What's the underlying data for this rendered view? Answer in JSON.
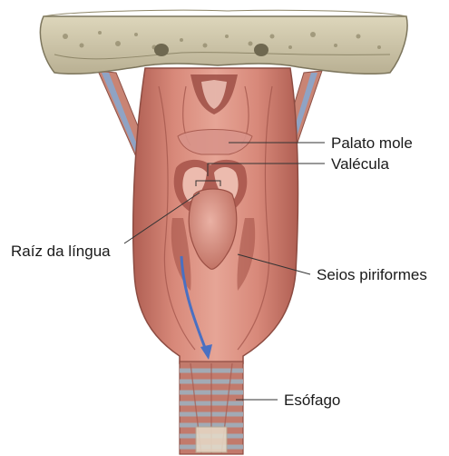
{
  "labels": {
    "soft_palate": "Palato mole",
    "vallecula": "Valécula",
    "tongue_root": "Raíz da língua",
    "piriform_sinuses": "Seios piriformes",
    "esophagus": "Esófago"
  },
  "colors": {
    "bone": "#cfc6a8",
    "bone_dark": "#8f8769",
    "pharynx": "#c9786a",
    "pharynx_light": "#e0a396",
    "pharynx_dark": "#a85a4f",
    "esophagus_ring": "#b5c2cc",
    "arrow": "#4a70c2",
    "leader_line": "#333333"
  }
}
